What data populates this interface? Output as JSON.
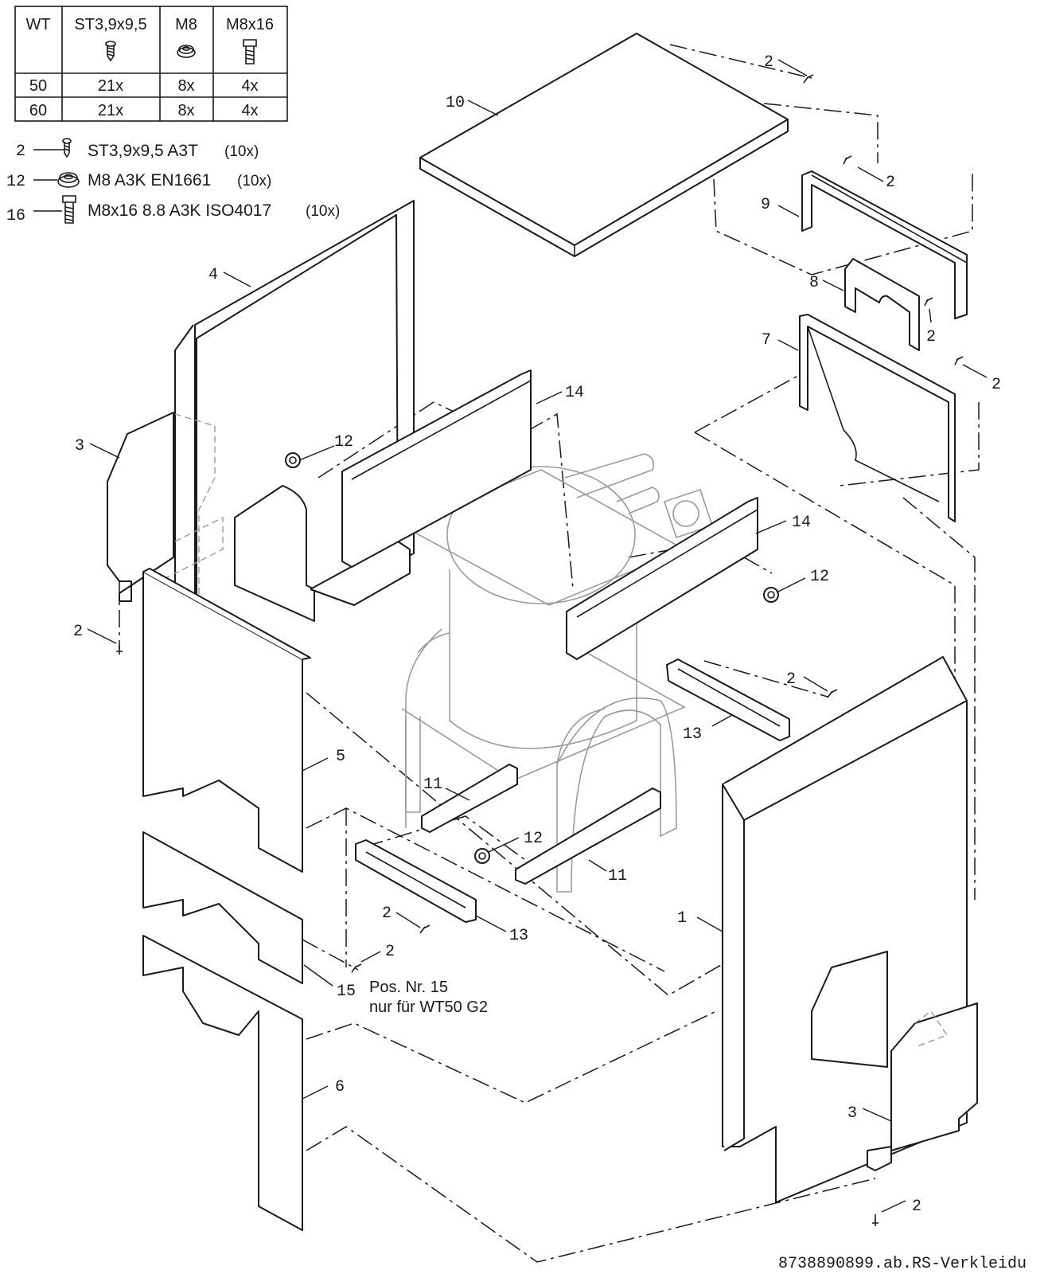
{
  "table": {
    "headers": [
      "WT",
      "ST3,9x9,5",
      "M8",
      "M8x16"
    ],
    "rows": [
      [
        "50",
        "21x",
        "8x",
        "4x"
      ],
      [
        "60",
        "21x",
        "8x",
        "4x"
      ]
    ]
  },
  "legend": [
    {
      "num": "2",
      "spec": "ST3,9x9,5 A3T",
      "qty": "(10x)",
      "icon": "screw-icon"
    },
    {
      "num": "12",
      "spec": "M8 A3K EN1661",
      "qty": "(10x)",
      "icon": "nut-icon"
    },
    {
      "num": "16",
      "spec": "M8x16 8.8 A3K ISO4017",
      "qty": "(10x)",
      "icon": "bolt-icon"
    }
  ],
  "callouts": {
    "c1": "1",
    "c2": "2",
    "c3": "3",
    "c4": "4",
    "c5": "5",
    "c6": "6",
    "c7": "7",
    "c8": "8",
    "c9": "9",
    "c10": "10",
    "c11": "11",
    "c12": "12",
    "c13": "13",
    "c14": "14",
    "c15": "15"
  },
  "note": {
    "line1": "Pos. Nr. 15",
    "line2": "nur für WT50 G2"
  },
  "drawing_number": "8738890899.ab.RS-Verkleidu"
}
